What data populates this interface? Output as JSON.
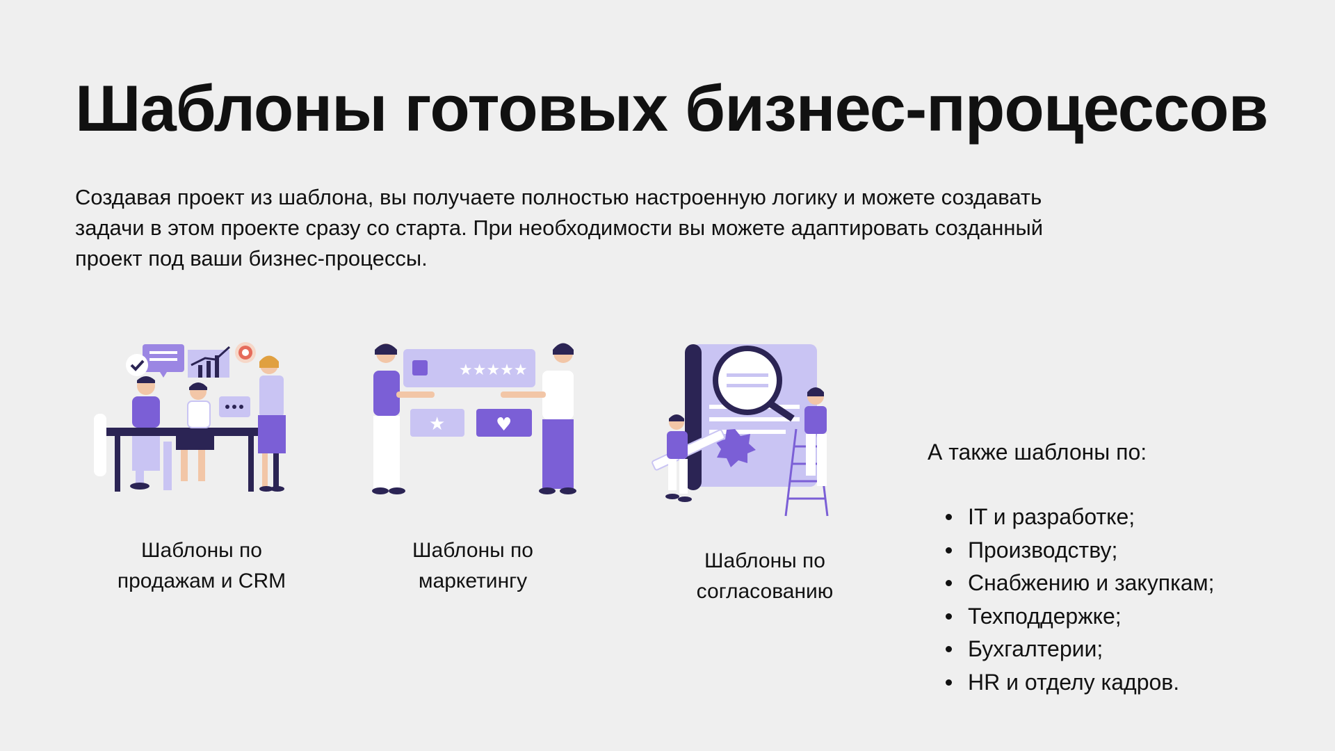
{
  "title": "Шаблоны готовых бизнес-процессов",
  "intro": [
    "Создавая проект из шаблона, вы получаете полностью настроенную логику и можете создавать",
    "задачи в этом проекте сразу со старта. При необходимости вы можете адаптировать созданный",
    "проект под ваши бизнес-процессы."
  ],
  "templates": [
    {
      "line1": "Шаблоны по",
      "line2": "продажам и CRM",
      "icon": "sales-team-illustration"
    },
    {
      "line1": "Шаблоны по",
      "line2": "маркетингу",
      "icon": "marketing-rating-illustration"
    },
    {
      "line1": "Шаблоны по",
      "line2": "согласованию",
      "icon": "approval-document-illustration"
    }
  ],
  "also": {
    "heading": "А также шаблоны по:",
    "items": [
      "IT и разработке;",
      "Производству;",
      "Снабжению и закупкам;",
      "Техподдержке;",
      "Бухгалтерии;",
      "HR и отделу кадров."
    ]
  },
  "colors": {
    "background": "#efefef",
    "accent": "#7b5fd6",
    "accent_light": "#c9c4f3",
    "dark": "#2b2454"
  }
}
